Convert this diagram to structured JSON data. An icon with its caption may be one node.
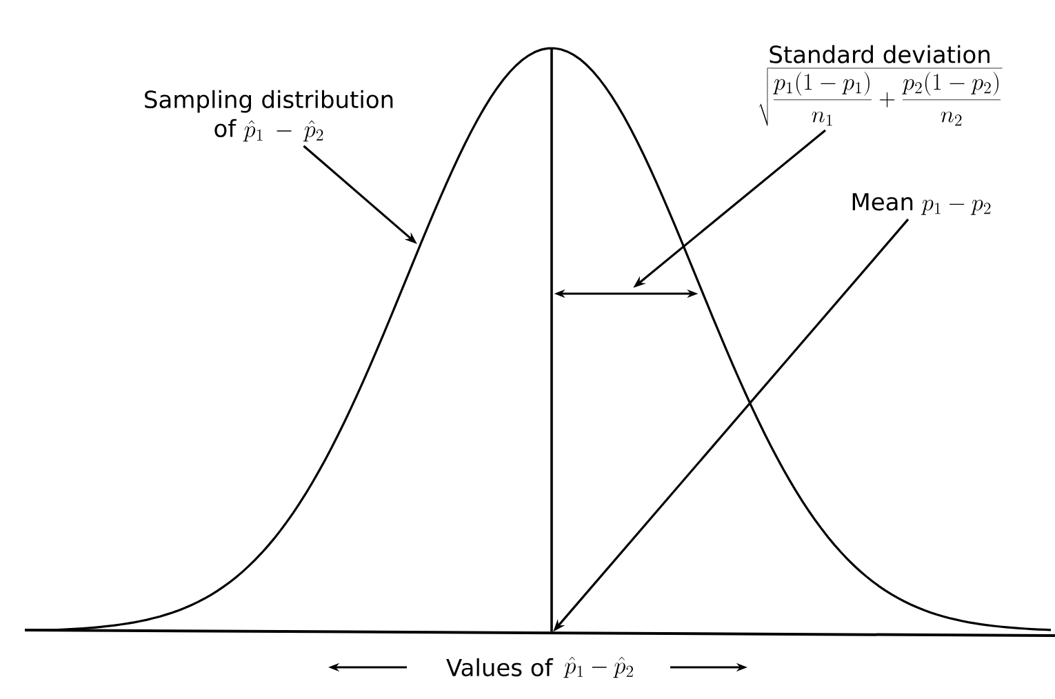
{
  "diagram": {
    "nodes": [
      {
        "text": [
          "Sampling distribution of",
          "\\hat{p}_1-\\hat{p}_2"
        ]
      },
      {
        "text": [
          "Standard deviation",
          "\\sqrt{\\frac{p_1(1-p_1)}{n_1}+\\frac{p_2(1-p_2)}{n_2}}"
        ]
      },
      {
        "text": [
          "Mean",
          "p_1-p_2"
        ]
      },
      {
        "text": [],
        "shape": "arrow"
      },
      {
        "text": [],
        "shape": "line"
      }
    ],
    "edges": [
      {
        "from": 0,
        "to": null,
        "arrow": "to"
      },
      {
        "from": 1,
        "to": 3,
        "arrow": "to"
      },
      {
        "from": 2,
        "to": 4,
        "arrow": "to"
      }
    ],
    "labels": [
      "Values of",
      "\\hat{p}_1-\\hat{p}_2"
    ]
  }
}
